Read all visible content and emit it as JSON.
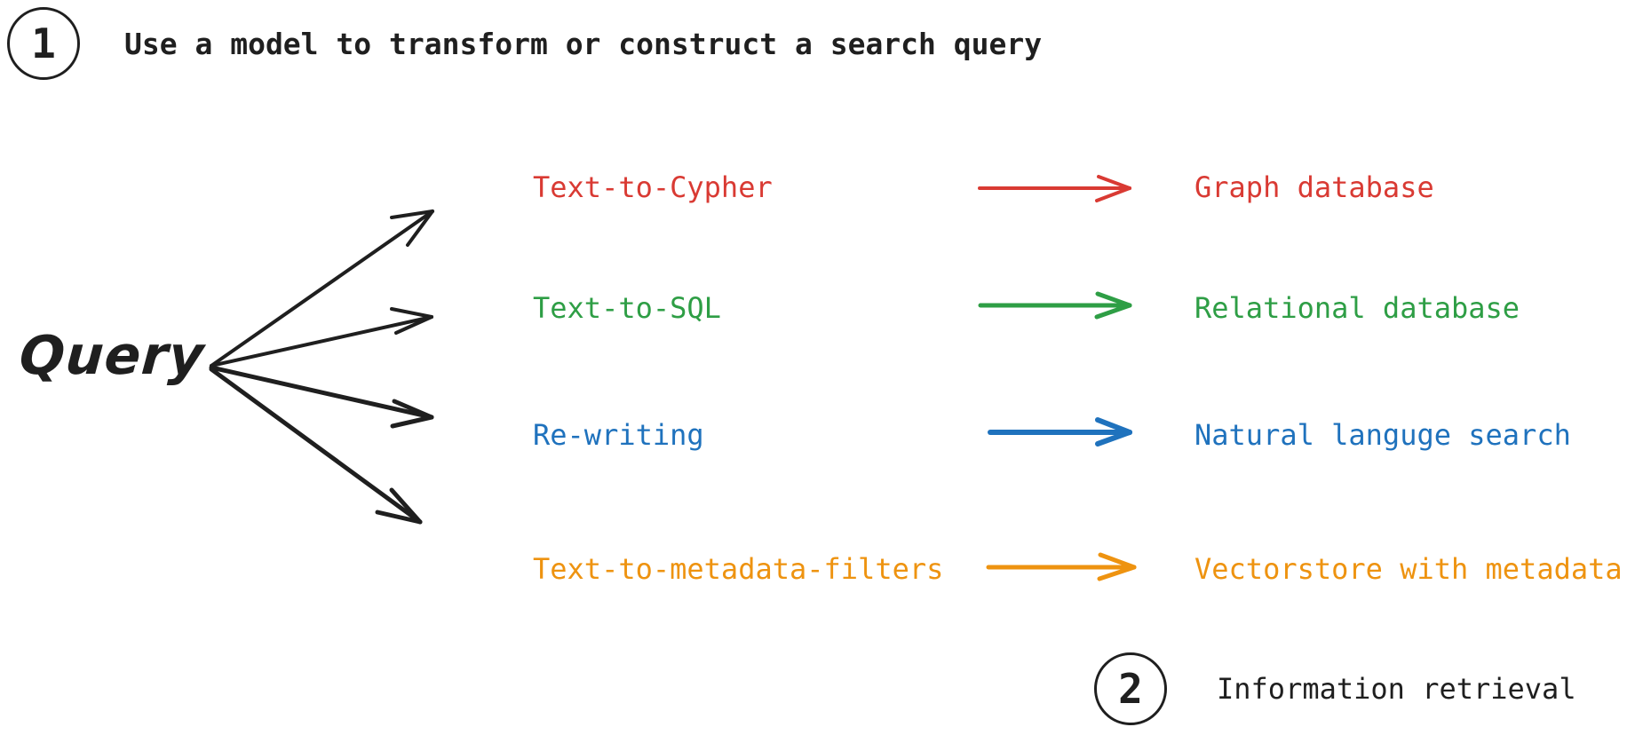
{
  "diagram": {
    "background": "#ffffff",
    "ink": "#1f1f1f",
    "source_label": "Query",
    "steps": [
      {
        "number": "1",
        "text": "Use a model to transform or construct a search query"
      },
      {
        "number": "2",
        "text": "Information retrieval"
      }
    ],
    "rows": [
      {
        "method": "Text-to-Cypher",
        "target": "Graph database",
        "color": "#d93a33"
      },
      {
        "method": "Text-to-SQL",
        "target": "Relational database",
        "color": "#2e9e45"
      },
      {
        "method": "Re-writing",
        "target": "Natural languge search",
        "color": "#1f72bd"
      },
      {
        "method": "Text-to-metadata-filters",
        "target": "Vectorstore with metadata",
        "color": "#ee9310"
      }
    ]
  }
}
